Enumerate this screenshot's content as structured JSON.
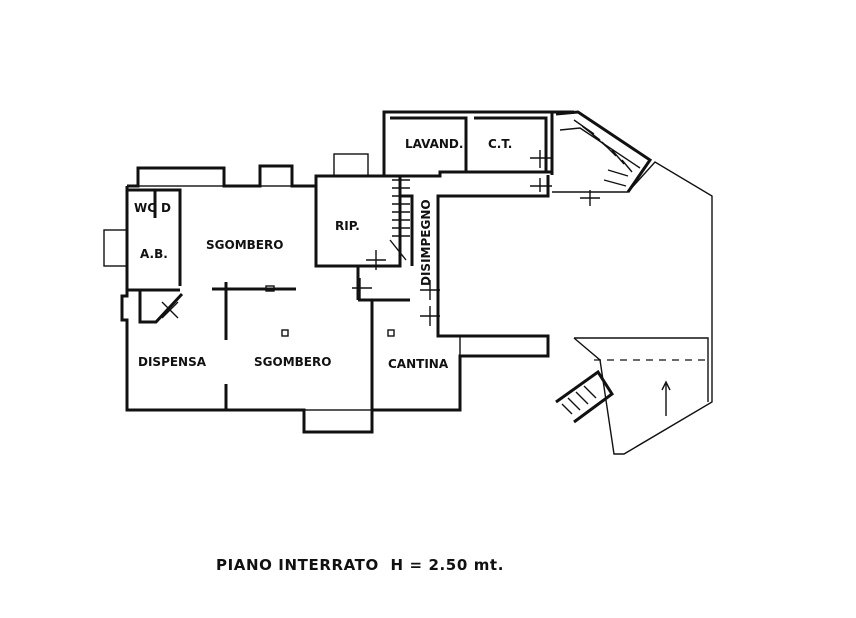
{
  "rooms": {
    "wc": "WC",
    "d": "D",
    "ab": "A.B.",
    "sgombero_top": "SGOMBERO",
    "rip": "RIP.",
    "lavand": "LAVAND.",
    "ct": "C.T.",
    "disimpegno": "DISIMPEGNO",
    "dispensa": "DISPENSA",
    "sgombero_bottom": "SGOMBERO",
    "cantina": "CANTINA"
  },
  "caption": "PIANO INTERRATO  H = 2.50 mt."
}
